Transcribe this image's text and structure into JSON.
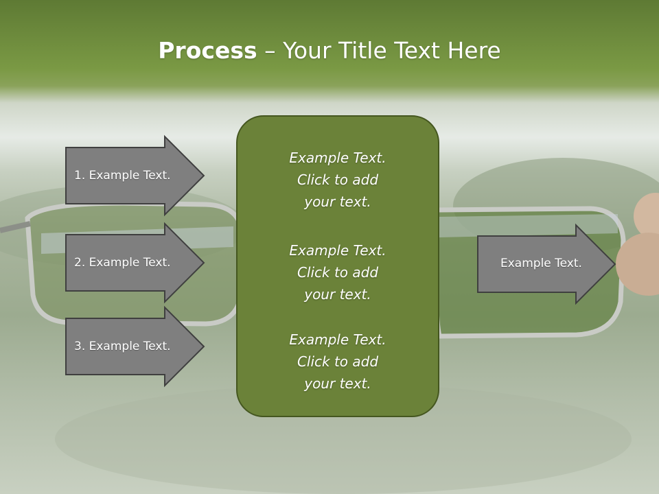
{
  "title": {
    "bold": "Process",
    "rest": " – Your Title Text Here"
  },
  "left_arrows": [
    {
      "label": "1. Example Text."
    },
    {
      "label": "2. Example Text."
    },
    {
      "label": "3. Example Text."
    }
  ],
  "center_box": {
    "blocks": [
      [
        "Example Text.",
        "Click  to add",
        "your text."
      ],
      [
        "Example Text.",
        "Click  to add",
        "your text."
      ],
      [
        "Example Text.",
        "Click  to add",
        "your text."
      ]
    ]
  },
  "right_arrow": {
    "label": "Example Text."
  },
  "colors": {
    "title_band": "#6b8a3a",
    "center_fill": "#6b8239",
    "center_border": "#44561f",
    "arrow_fill": "#7f7f7f",
    "arrow_border": "#3f3f3f"
  }
}
